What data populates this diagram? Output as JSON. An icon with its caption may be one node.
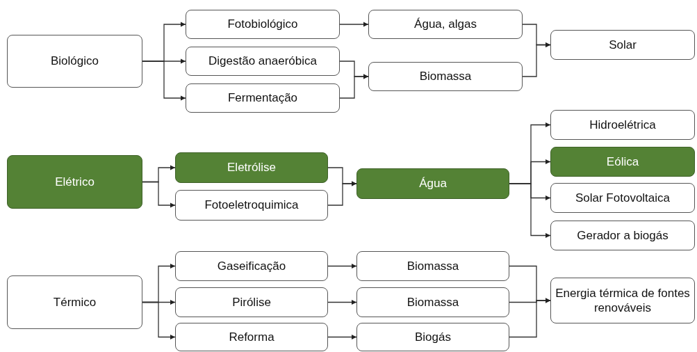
{
  "diagram": {
    "nodes": [
      {
        "text": [
          "Biológico"
        ]
      },
      {
        "text": [
          "Fotobiológico"
        ]
      },
      {
        "text": [
          "Digestão anaeróbica"
        ]
      },
      {
        "text": [
          "Fermentação"
        ]
      },
      {
        "text": [
          "Água, algas"
        ]
      },
      {
        "text": [
          "Biomassa"
        ]
      },
      {
        "text": [
          "Solar"
        ]
      },
      {
        "text": [
          "Elétrico"
        ]
      },
      {
        "text": [
          "Eletrólise"
        ]
      },
      {
        "text": [
          "Fotoeletroquimica"
        ]
      },
      {
        "text": [
          "Água"
        ]
      },
      {
        "text": [
          "Hidroelétrica"
        ]
      },
      {
        "text": [
          "Eólica"
        ]
      },
      {
        "text": [
          "Solar Fotovoltaica"
        ]
      },
      {
        "text": [
          "Gerador a biogás"
        ]
      },
      {
        "text": [
          "Térmico"
        ]
      },
      {
        "text": [
          "Gaseificação"
        ]
      },
      {
        "text": [
          "Pirólise"
        ]
      },
      {
        "text": [
          "Reforma"
        ]
      },
      {
        "text": [
          "Biomassa"
        ]
      },
      {
        "text": [
          "Biomassa"
        ]
      },
      {
        "text": [
          "Biogás"
        ]
      },
      {
        "text": [
          "Energia térmica de fontes renováveis"
        ]
      }
    ],
    "edges": [
      {
        "from": 0,
        "to": 1,
        "arrow": "to"
      },
      {
        "from": 0,
        "to": 2,
        "arrow": "to"
      },
      {
        "from": 0,
        "to": 3,
        "arrow": "to"
      },
      {
        "from": 1,
        "to": 4,
        "arrow": "to"
      },
      {
        "from": 2,
        "to": 5,
        "arrow": "to"
      },
      {
        "from": 3,
        "to": 5,
        "arrow": "to"
      },
      {
        "from": 4,
        "to": 6,
        "arrow": "to"
      },
      {
        "from": 5,
        "to": 6,
        "arrow": "to"
      },
      {
        "from": 7,
        "to": 8,
        "arrow": "to"
      },
      {
        "from": 7,
        "to": 9,
        "arrow": "to"
      },
      {
        "from": 8,
        "to": 10,
        "arrow": "to"
      },
      {
        "from": 9,
        "to": 10,
        "arrow": "to"
      },
      {
        "from": 10,
        "to": 11,
        "arrow": "to"
      },
      {
        "from": 10,
        "to": 12,
        "arrow": "to"
      },
      {
        "from": 10,
        "to": 13,
        "arrow": "to"
      },
      {
        "from": 10,
        "to": 14,
        "arrow": "to"
      },
      {
        "from": 15,
        "to": 16,
        "arrow": "to"
      },
      {
        "from": 15,
        "to": 17,
        "arrow": "to"
      },
      {
        "from": 15,
        "to": 18,
        "arrow": "to"
      },
      {
        "from": 16,
        "to": 19,
        "arrow": "to"
      },
      {
        "from": 17,
        "to": 20,
        "arrow": "to"
      },
      {
        "from": 18,
        "to": 21,
        "arrow": "to"
      },
      {
        "from": 19,
        "to": 22,
        "arrow": "to"
      },
      {
        "from": 20,
        "to": 22,
        "arrow": "to"
      },
      {
        "from": 21,
        "to": 22,
        "arrow": "to"
      }
    ]
  }
}
